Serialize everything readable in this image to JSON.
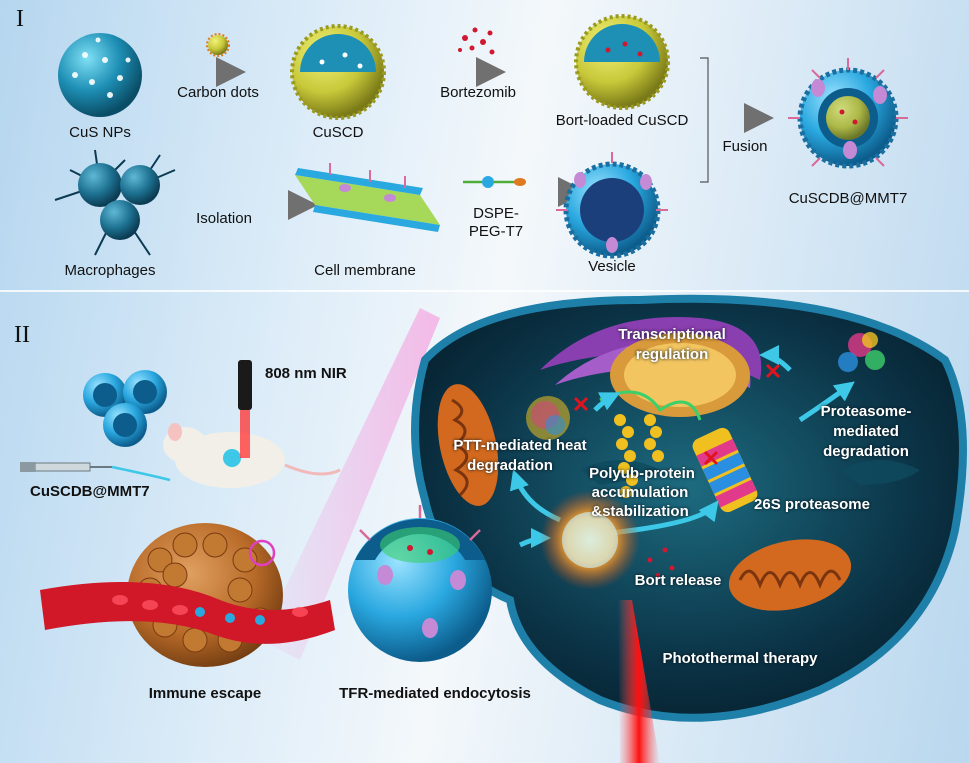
{
  "panel_i": {
    "marker": "I",
    "labels": {
      "cus_nps": "CuS NPs",
      "carbon_dots": "Carbon dots",
      "cuscd": "CuSCD",
      "bortezomib": "Bortezomib",
      "bort_loaded": "Bort-loaded CuSCD",
      "fusion": "Fusion",
      "product": "CuSCDB@MMT7",
      "macrophages": "Macrophages",
      "isolation": "Isolation",
      "cell_membrane": "Cell membrane",
      "dspe_line1": "DSPE-",
      "dspe_line2": "PEG-T7",
      "vesicle": "Vesicle"
    }
  },
  "panel_ii": {
    "marker": "II",
    "labels": {
      "nir": "808 nm NIR",
      "injected": "CuSCDB@MMT7",
      "immune_escape": "Immune escape",
      "endocytosis": "TFR-mediated endocytosis",
      "transcription_line1": "Transcriptional",
      "transcription_line2": "regulation",
      "ptt_line1": "PTT-mediated heat",
      "ptt_line2": "degradation",
      "polyub_line1": "Polyub-protein",
      "polyub_line2": "accumulation",
      "polyub_line3": "&stabilization",
      "proteasome_deg_line1": "Proteasome-",
      "proteasome_deg_line2": "mediated",
      "proteasome_deg_line3": "degradation",
      "proteasome_26s": "26S proteasome",
      "bort_release": "Bort release",
      "photothermal": "Photothermal therapy"
    }
  },
  "colors": {
    "sphere_teal": "#1e8fb5",
    "shell_yellow": "#c8c83a",
    "membrane_blue": "#2aa8e0",
    "cell_dark": "#0b3346",
    "laser_red": "#e0141e",
    "mito_orange": "#d2691e",
    "golgi_purple": "#8a3fb0",
    "arrow_cyan": "#3cc8e6"
  }
}
